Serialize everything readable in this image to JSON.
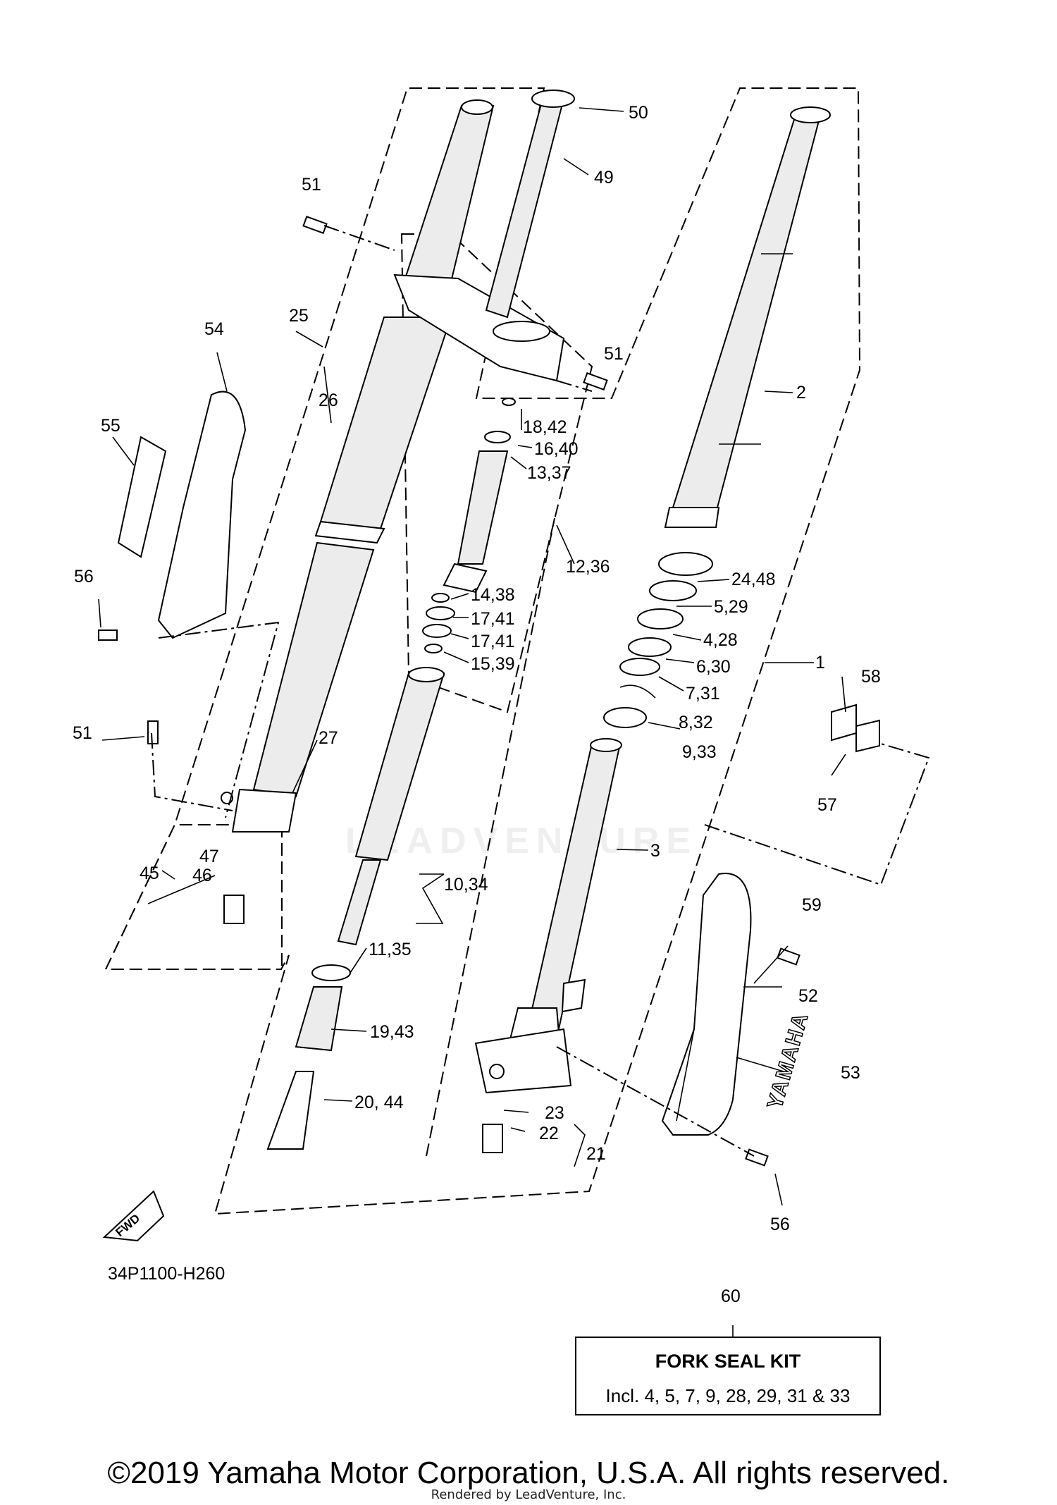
{
  "callouts": {
    "c1": "1",
    "c2": "2",
    "c3": "3",
    "c4_28": "4,28",
    "c5_29": "5,29",
    "c6_30": "6,30",
    "c7_31": "7,31",
    "c8_32": "8,32",
    "c9_33": "9,33",
    "c10_34": "10,34",
    "c11_35": "11,35",
    "c12_36": "12,36",
    "c13_37": "13,37",
    "c14_38": "14,38",
    "c15_39": "15,39",
    "c16_40": "16,40",
    "c17_41a": "17,41",
    "c17_41b": "17,41",
    "c18_42": "18,42",
    "c19_43": "19,43",
    "c20_44": "20, 44",
    "c21": "21",
    "c22": "22",
    "c23": "23",
    "c24_48": "24,48",
    "c25": "25",
    "c26": "26",
    "c27": "27",
    "c45": "45",
    "c46": "46",
    "c47": "47",
    "c49": "49",
    "c50": "50",
    "c51a": "51",
    "c51b": "51",
    "c51c": "51",
    "c52": "52",
    "c53": "53",
    "c54": "54",
    "c55": "55",
    "c56a": "56",
    "c56b": "56",
    "c57": "57",
    "c58": "58",
    "c59": "59",
    "c60": "60"
  },
  "fwd_arrow_text": "FWD",
  "guard_logo_text": "YAMAHA",
  "diagram_ref": "34P1100-H260",
  "kit": {
    "title": "FORK SEAL KIT",
    "contents": "Incl. 4, 5, 7, 9, 28, 29, 31 & 33"
  },
  "watermark": "LEADVENTURE",
  "copyright": "©2019 Yamaha Motor Corporation, U.S.A. All rights reserved.",
  "rendered_by": "Rendered by LeadVenture, Inc."
}
